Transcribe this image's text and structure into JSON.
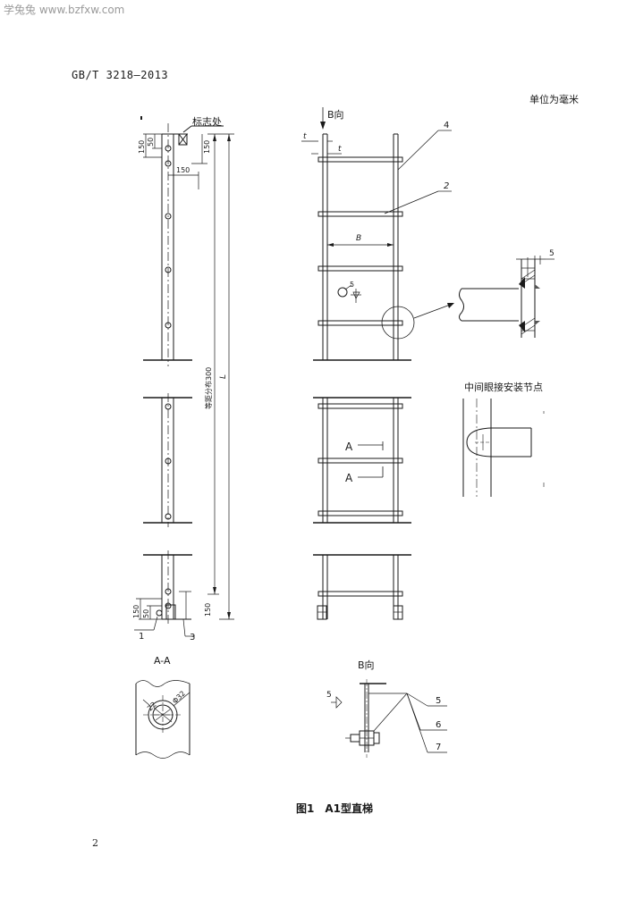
{
  "watermark": "学兔兔 www.bzfxw.com",
  "standard_number": "GB/T 3218—2013",
  "unit_note": "单位为毫米",
  "figure_caption": "图1　A1型直梯",
  "page_number": "2",
  "labels": {
    "marker_location": "标志处",
    "b_direction_top": "B向",
    "b_direction_bottom": "B向",
    "section_aa": "A-A",
    "middle_node": "中间眼接安装节点",
    "section_a_upper": "A",
    "section_a_lower": "A"
  },
  "dimensions": {
    "d150_top_left": "150",
    "d50": "50",
    "d150_hole_spacing": "150",
    "d100_right": "150",
    "spacing_label": "等距分布300",
    "length_l": "L",
    "d100_bottom": "150",
    "d50_bottom": "50",
    "d150_bottom": "150",
    "t_top": "t",
    "t_second": "t",
    "b_width": "B",
    "weld_5_detail": "5",
    "weld_5_mid": "5",
    "weld_5_bottom": "5",
    "d22": "22",
    "d32": "Φ32"
  },
  "parts": {
    "p1": "1",
    "p2": "2",
    "p3": "3",
    "p4": "4",
    "p5": "5",
    "p6": "6",
    "p7": "7"
  }
}
